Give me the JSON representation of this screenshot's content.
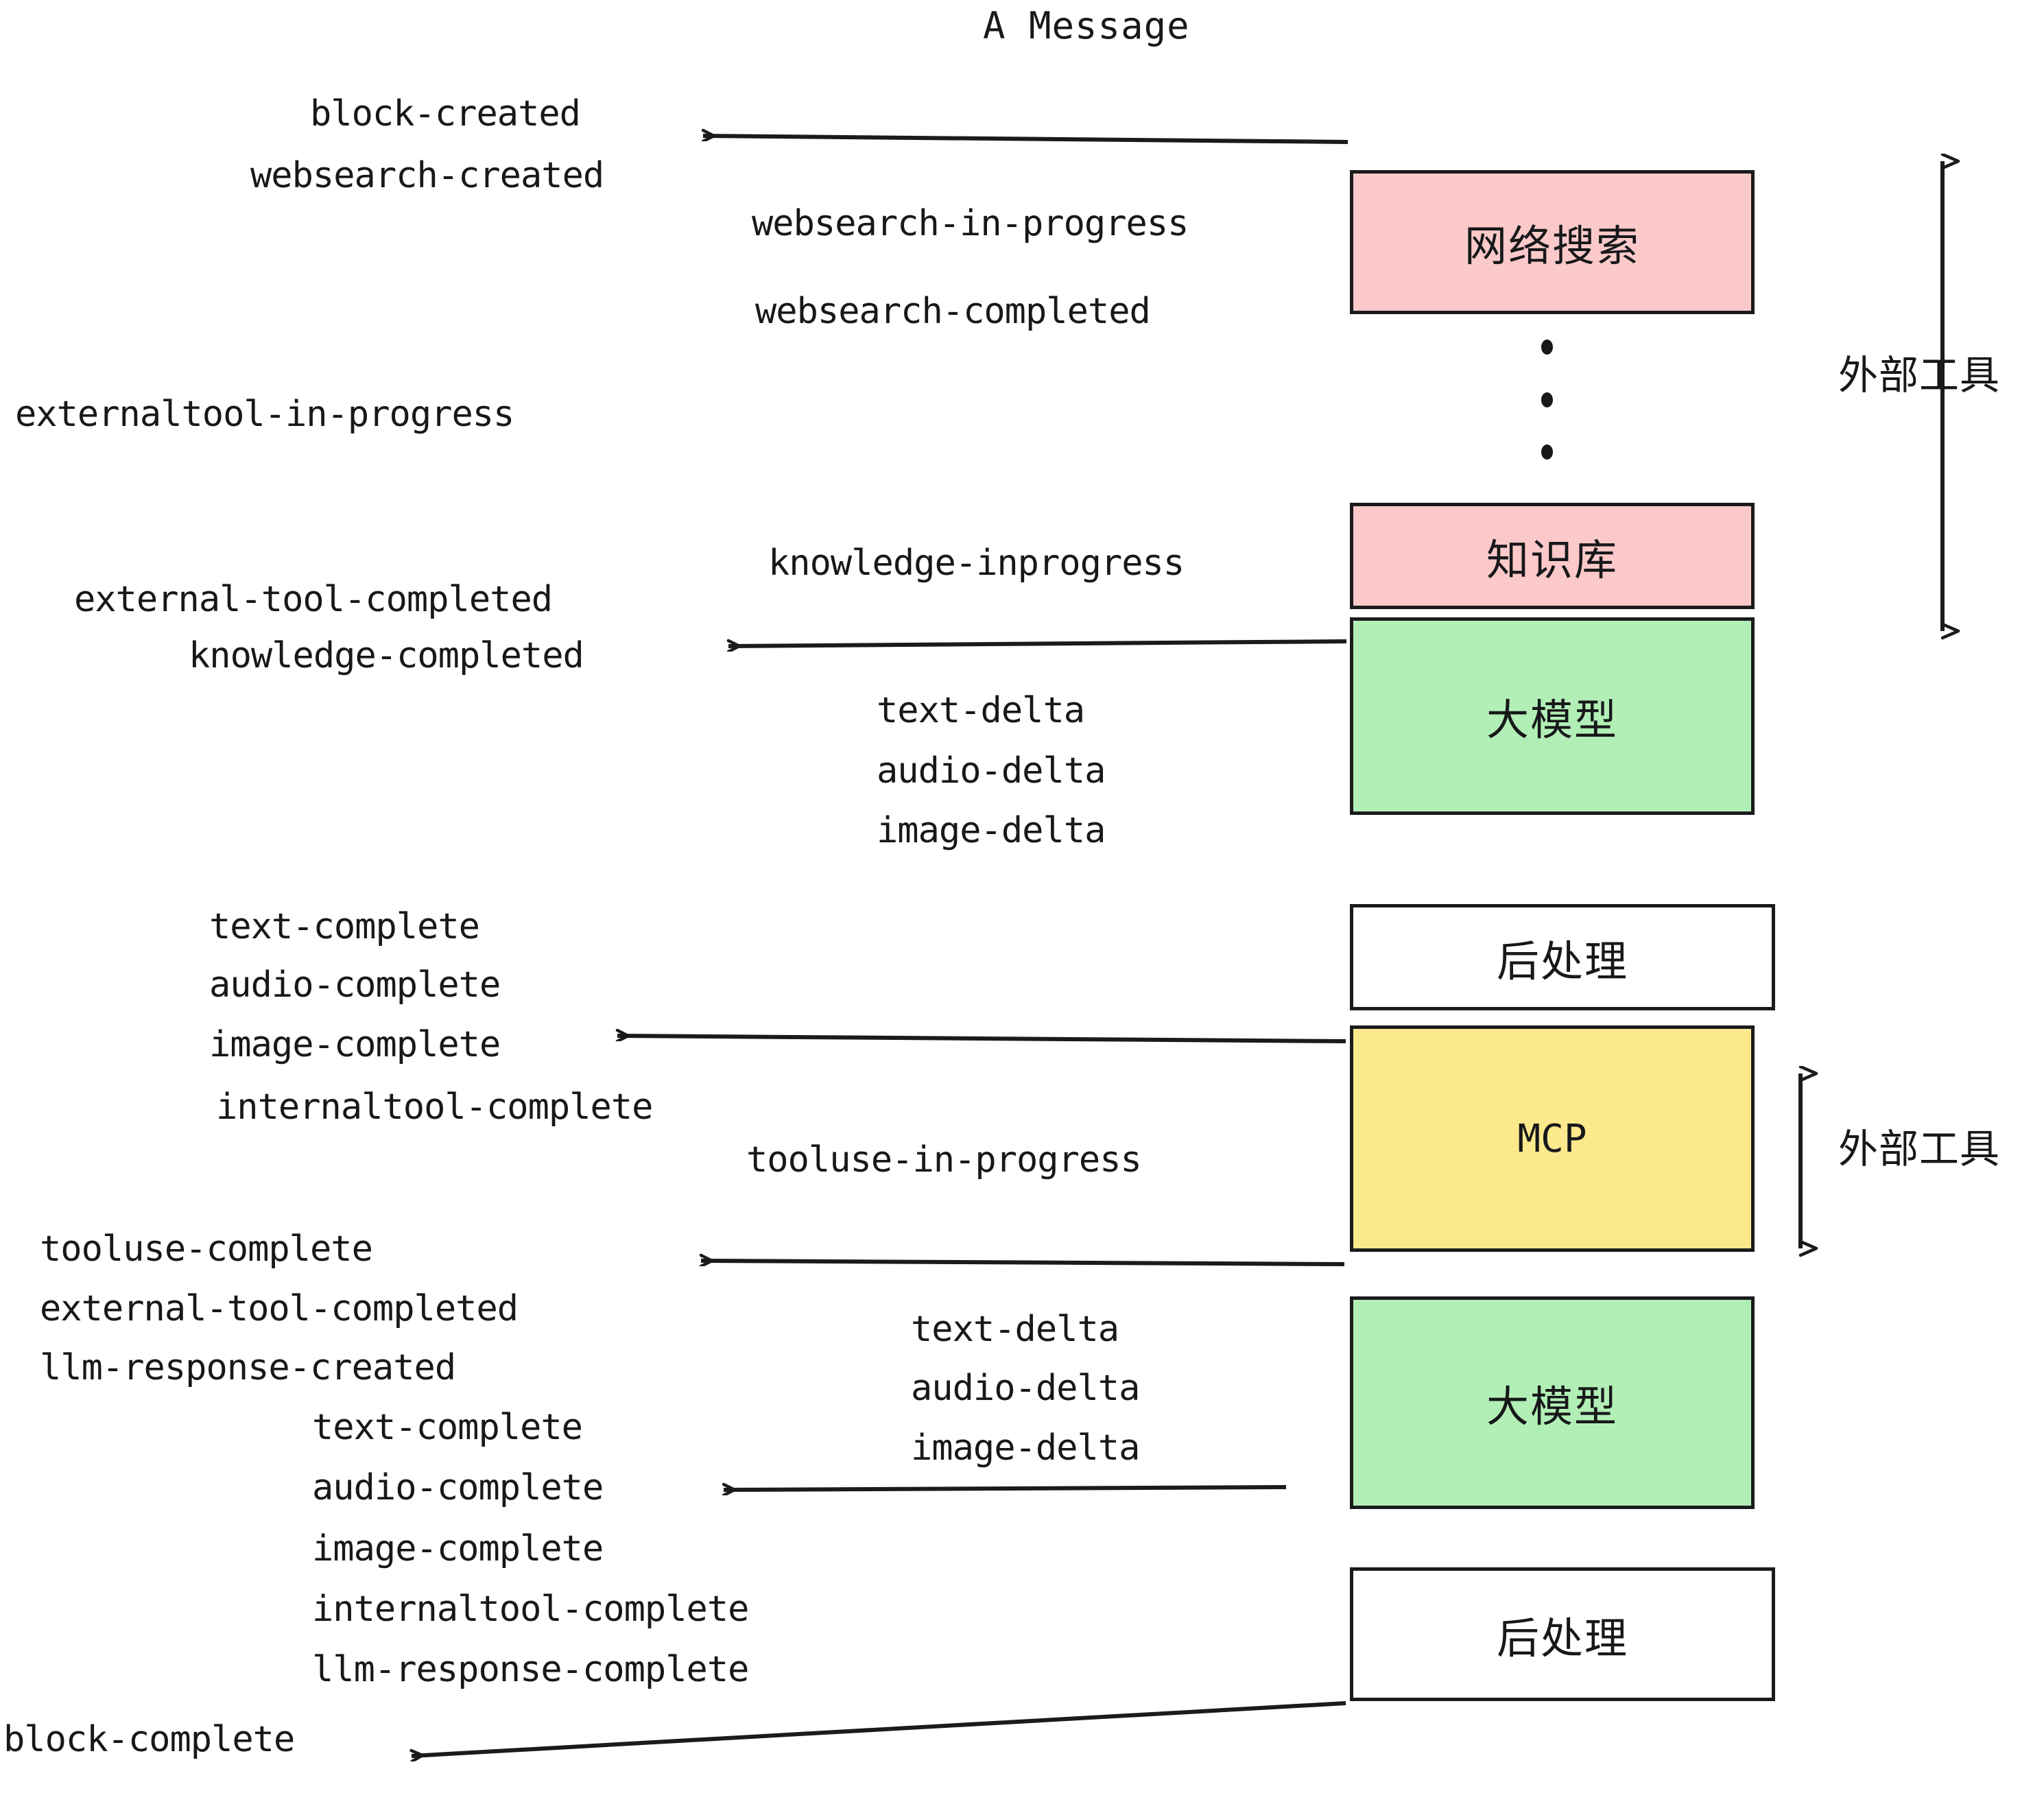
{
  "diagram": {
    "title": "A Message",
    "colors": {
      "external_tool_box": "#FBC9C9",
      "llm_box": "#B2EFB6",
      "mcp_box": "#FCE98D",
      "postprocess_box": "#FFFFFF",
      "stroke": "#1b1b1e",
      "text": "#17181a",
      "background": "#FFFFFF"
    },
    "boxes": [
      {
        "id": "websearch",
        "label": "网络搜索",
        "kind": "external-tool",
        "color": "#FBC9C9"
      },
      {
        "id": "knowledge",
        "label": "知识库",
        "kind": "external-tool",
        "color": "#FBC9C9"
      },
      {
        "id": "llm-1",
        "label": "大模型",
        "kind": "llm",
        "color": "#B2EFB6"
      },
      {
        "id": "postprocess-1",
        "label": "后处理",
        "kind": "postprocess",
        "color": "#FFFFFF"
      },
      {
        "id": "mcp",
        "label": "MCP",
        "kind": "external-tool",
        "color": "#FCE98D"
      },
      {
        "id": "llm-2",
        "label": "大模型",
        "kind": "llm",
        "color": "#B2EFB6"
      },
      {
        "id": "postprocess-2",
        "label": "后处理",
        "kind": "postprocess",
        "color": "#FFFFFF"
      }
    ],
    "side_annotations": [
      {
        "id": "external-tools-top",
        "label": "外部工具"
      },
      {
        "id": "external-tools-bottom",
        "label": "外部工具"
      }
    ],
    "events": [
      {
        "id": "e01",
        "text": "block-created"
      },
      {
        "id": "e02",
        "text": "websearch-created"
      },
      {
        "id": "e03",
        "text": "websearch-in-progress"
      },
      {
        "id": "e04",
        "text": "websearch-completed"
      },
      {
        "id": "e05",
        "text": "externaltool-in-progress"
      },
      {
        "id": "e06",
        "text": "knowledge-inprogress"
      },
      {
        "id": "e07",
        "text": "external-tool-completed"
      },
      {
        "id": "e08",
        "text": "knowledge-completed"
      },
      {
        "id": "e09",
        "text": "text-delta"
      },
      {
        "id": "e10",
        "text": "audio-delta"
      },
      {
        "id": "e11",
        "text": "image-delta"
      },
      {
        "id": "e12",
        "text": "text-complete"
      },
      {
        "id": "e13",
        "text": "audio-complete"
      },
      {
        "id": "e14",
        "text": "image-complete"
      },
      {
        "id": "e15",
        "text": "internaltool-complete"
      },
      {
        "id": "e16",
        "text": "tooluse-in-progress"
      },
      {
        "id": "e17",
        "text": "tooluse-complete"
      },
      {
        "id": "e18",
        "text": "external-tool-completed"
      },
      {
        "id": "e19",
        "text": "llm-response-created"
      },
      {
        "id": "e20",
        "text": "text-complete"
      },
      {
        "id": "e21",
        "text": "audio-complete"
      },
      {
        "id": "e22",
        "text": "image-complete"
      },
      {
        "id": "e23",
        "text": "internaltool-complete"
      },
      {
        "id": "e24",
        "text": "llm-response-complete"
      },
      {
        "id": "e25",
        "text": "block-complete"
      }
    ]
  }
}
